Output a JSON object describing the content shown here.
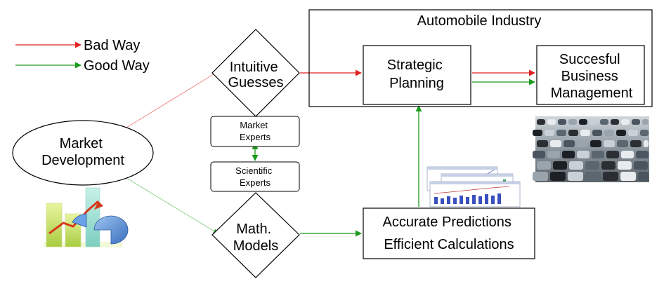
{
  "legend": {
    "bad_label": "Bad Way",
    "good_label": "Good Way"
  },
  "colors": {
    "bad": "#e02020",
    "good": "#1a9a1a",
    "bad_faint": "#f08a8a",
    "good_faint": "#8ccf8c"
  },
  "nodes": {
    "market_development": [
      "Market",
      "Development"
    ],
    "intuitive_guesses": [
      "Intuitive",
      "Guesses"
    ],
    "math_models": [
      "Math.",
      "Models"
    ],
    "market_experts": [
      "Market",
      "Experts"
    ],
    "scientific_experts": [
      "Scientific",
      "Experts"
    ],
    "automobile_industry": "Automobile Industry",
    "strategic_planning": [
      "Strategic",
      "Planning"
    ],
    "successful_management": [
      "Succesful",
      "Business",
      "Management"
    ],
    "predictions": [
      "Accurate Predictions",
      "Efficient Calculations"
    ]
  },
  "images": {
    "chart_clipart": "growth-chart-clipart",
    "cars_photo": "parked-cars-photo",
    "report_thumbnails": "chart-report-thumbnails"
  }
}
